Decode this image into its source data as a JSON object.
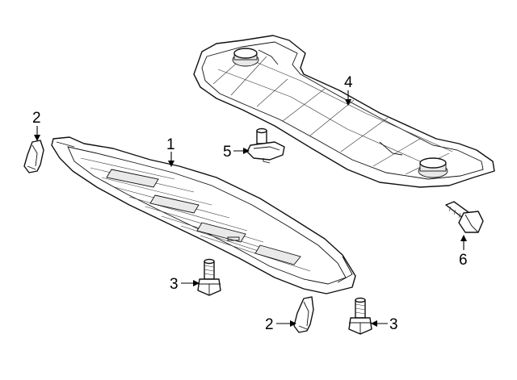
{
  "callouts": [
    {
      "id": "c1",
      "text": "1"
    },
    {
      "id": "c2a",
      "text": "2"
    },
    {
      "id": "c2b",
      "text": "2"
    },
    {
      "id": "c3a",
      "text": "3"
    },
    {
      "id": "c3b",
      "text": "3"
    },
    {
      "id": "c4",
      "text": "4"
    },
    {
      "id": "c5",
      "text": "5"
    },
    {
      "id": "c6",
      "text": "6"
    }
  ]
}
